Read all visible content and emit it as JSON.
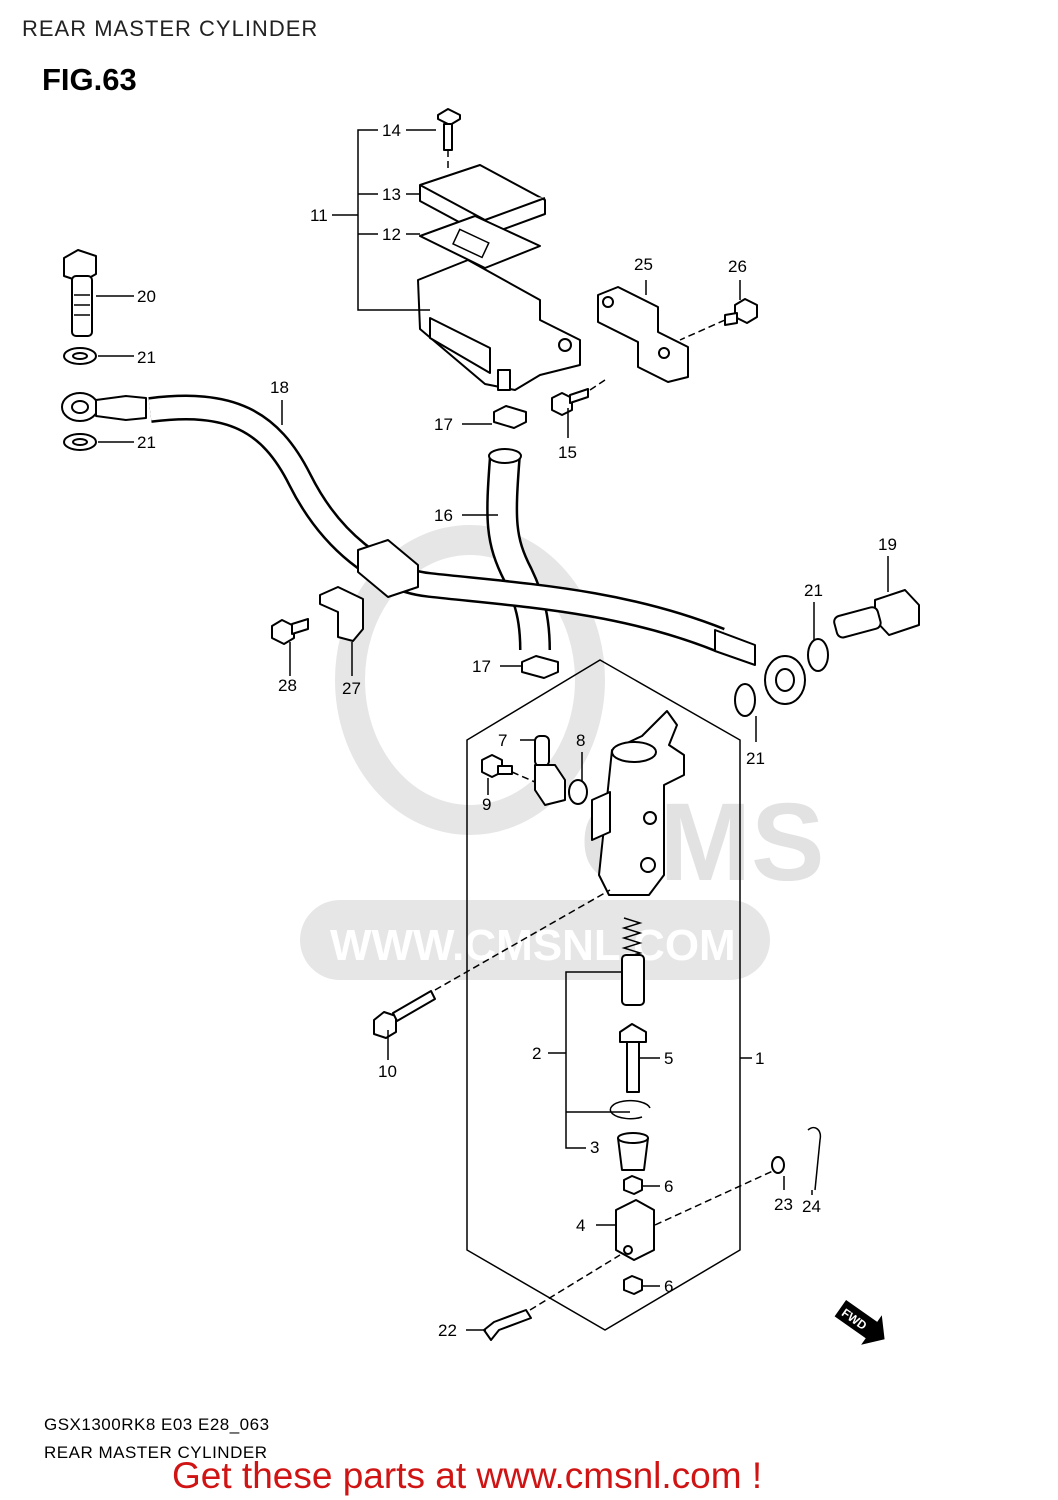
{
  "header": {
    "title": "REAR MASTER CYLINDER"
  },
  "figure": {
    "label": "FIG.63"
  },
  "parts": {
    "p1": "1",
    "p2": "2",
    "p3": "3",
    "p4": "4",
    "p5": "5",
    "p6a": "6",
    "p6b": "6",
    "p7": "7",
    "p8": "8",
    "p9": "9",
    "p10": "10",
    "p11": "11",
    "p12": "12",
    "p13": "13",
    "p14": "14",
    "p15": "15",
    "p16": "16",
    "p17a": "17",
    "p17b": "17",
    "p18": "18",
    "p19": "19",
    "p20": "20",
    "p21a": "21",
    "p21b": "21",
    "p21c": "21",
    "p21d": "21",
    "p22": "22",
    "p23": "23",
    "p24": "24",
    "p25": "25",
    "p26": "26",
    "p27": "27",
    "p28": "28"
  },
  "direction_badge": "FWD",
  "footer": {
    "model_code": "GSX1300RK8 E03 E28_063",
    "title": "REAR MASTER CYLINDER"
  },
  "watermark": {
    "url": "WWW.CMSNL.COM",
    "brand": "CMS"
  },
  "cta": {
    "text": "Get these parts at www.cmsnl.com !"
  },
  "colors": {
    "cta": "#d01414",
    "watermark": "#e4e4e4"
  }
}
